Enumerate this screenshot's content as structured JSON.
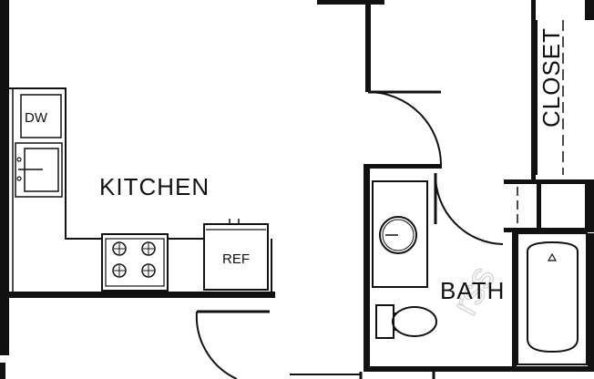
{
  "plan": {
    "rooms": {
      "kitchen": "KITCHEN",
      "bath": "BATH",
      "closet": "CLOSET"
    },
    "fixtures": {
      "dishwasher": "DW",
      "refrigerator": "REF"
    },
    "colors": {
      "wall": "#111111",
      "background": "#ffffff",
      "watermark": "#d2d2d2"
    }
  }
}
